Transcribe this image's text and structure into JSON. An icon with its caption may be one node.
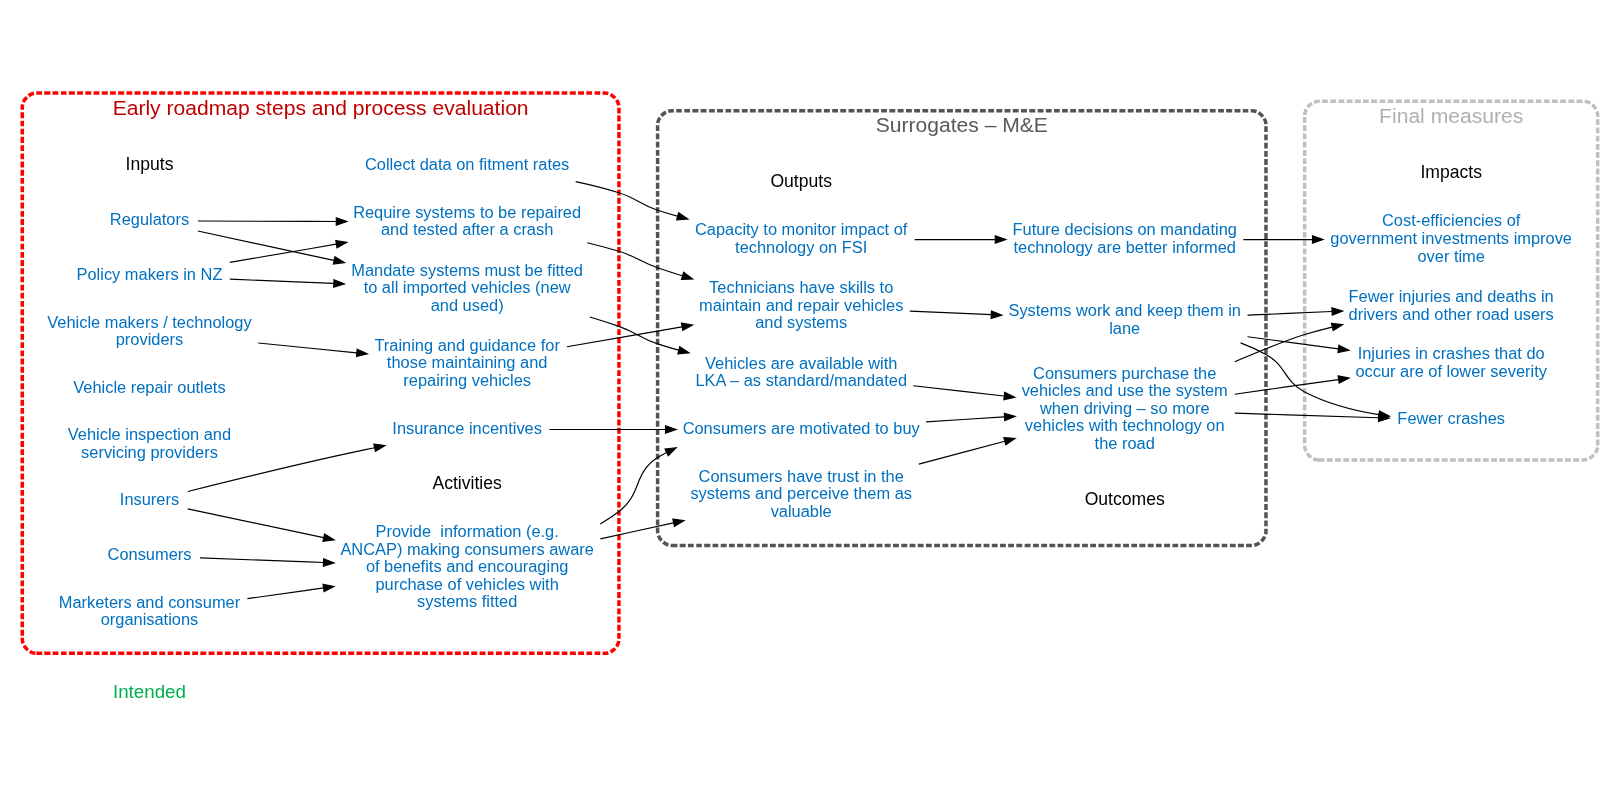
{
  "diagram": {
    "nodes": [
      {
        "text": [
          "Early roadmap steps and process evaluation"
        ]
      },
      {
        "text": [
          "Surrogates – M&E"
        ]
      },
      {
        "text": [
          "Final measures"
        ]
      },
      {
        "text": [
          "Regulators"
        ],
        "in": 0
      },
      {
        "text": [
          "Policy makers in NZ"
        ],
        "in": 0
      },
      {
        "text": [
          "Vehicle makers / technology providers"
        ],
        "in": 0
      },
      {
        "text": [
          "Vehicle repair outlets"
        ],
        "in": 0
      },
      {
        "text": [
          "Vehicle inspection and servicing providers"
        ],
        "in": 0
      },
      {
        "text": [
          "Marketers and consumer organisations"
        ],
        "in": 0
      },
      {
        "text": [
          "Consumers"
        ],
        "in": 0
      },
      {
        "text": [
          "Insurers"
        ],
        "in": 0
      },
      {
        "text": [
          "Mandate systems must be fitted to all imported vehicles (new and used)"
        ],
        "in": 0
      },
      {
        "text": [
          "Collect data on fitment rates"
        ],
        "in": 0
      },
      {
        "text": [
          "Require systems to be repaired and tested after a crash"
        ],
        "in": 0
      },
      {
        "text": [
          "Training and guidance for those maintaining and repairing vehicles"
        ],
        "in": 0
      },
      {
        "text": [
          "Provide  information (e.g. ANCAP) making consumers aware of benefits and encouraging purchase of vehicles with systems fitted"
        ],
        "in": 0
      },
      {
        "text": [
          "Insurance incentives"
        ],
        "in": 0
      },
      {
        "text": [
          "Vehicles are available with LKA – as standard/mandated"
        ],
        "in": 1
      },
      {
        "text": [
          "Capacity to monitor impact of technology on FSI"
        ],
        "in": 1
      },
      {
        "text": [
          "Technicians have skills to maintain and repair vehicles and systems"
        ],
        "in": 1
      },
      {
        "text": [
          "Consumers have trust in the systems and perceive them as valuable"
        ],
        "in": 1
      },
      {
        "text": [
          "Consumers are motivated to buy"
        ],
        "in": 1
      },
      {
        "text": [
          "Consumers purchase the vehicles and use the system when driving – so more vehicles with technology on the road"
        ],
        "in": 1
      },
      {
        "text": [
          "Systems work and keep them in lane"
        ],
        "in": 1
      },
      {
        "text": [
          "Future decisions on mandating technology are better informed"
        ],
        "in": 1
      },
      {
        "text": [
          "Fewer crashes"
        ],
        "in": 2
      },
      {
        "text": [
          "Fewer injuries and deaths in drivers and other road users"
        ],
        "in": 2
      },
      {
        "text": [
          "Injuries in crashes that do occur are of lower severity"
        ],
        "in": 2
      },
      {
        "text": [
          "Cost-efficiencies of government investments improve over time"
        ],
        "in": 2
      }
    ],
    "edges": [
      {
        "from": 3,
        "to": 11,
        "arrow": "to"
      },
      {
        "from": 4,
        "to": 11,
        "arrow": "to"
      },
      {
        "from": 3,
        "to": 13,
        "arrow": "to"
      },
      {
        "from": 4,
        "to": 13,
        "arrow": "to"
      },
      {
        "from": 5,
        "to": 14,
        "arrow": "to"
      },
      {
        "from": 8,
        "to": 15,
        "arrow": "to"
      },
      {
        "from": 9,
        "to": 15,
        "arrow": "to"
      },
      {
        "from": 10,
        "to": 15,
        "arrow": "to"
      },
      {
        "from": 10,
        "to": 16,
        "arrow": "to"
      },
      {
        "from": 11,
        "to": 17,
        "arrow": "to"
      },
      {
        "from": 12,
        "to": 18,
        "arrow": "to"
      },
      {
        "from": 13,
        "to": 19,
        "arrow": "to"
      },
      {
        "from": 14,
        "to": 19,
        "arrow": "to"
      },
      {
        "from": 15,
        "to": 20,
        "arrow": "to"
      },
      {
        "from": 15,
        "to": 21,
        "arrow": "to"
      },
      {
        "from": 16,
        "to": 21,
        "arrow": "to"
      },
      {
        "from": 17,
        "to": 22,
        "arrow": "to"
      },
      {
        "from": 18,
        "to": 24,
        "arrow": "to"
      },
      {
        "from": 19,
        "to": 23,
        "arrow": "to"
      },
      {
        "from": 20,
        "to": 22,
        "arrow": "to"
      },
      {
        "from": 21,
        "to": 22,
        "arrow": "to"
      },
      {
        "from": 22,
        "to": 25,
        "arrow": "to"
      },
      {
        "from": 22,
        "to": 26,
        "arrow": "to"
      },
      {
        "from": 22,
        "to": 27,
        "arrow": "to"
      },
      {
        "from": 23,
        "to": 25,
        "arrow": "to"
      },
      {
        "from": 23,
        "to": 26,
        "arrow": "to"
      },
      {
        "from": 23,
        "to": 27,
        "arrow": "to"
      },
      {
        "from": 24,
        "to": 28,
        "arrow": "to"
      }
    ],
    "labels": [
      "Intended",
      "Inputs",
      "Activities",
      "Outputs",
      "Outcomes",
      "Impacts"
    ]
  }
}
